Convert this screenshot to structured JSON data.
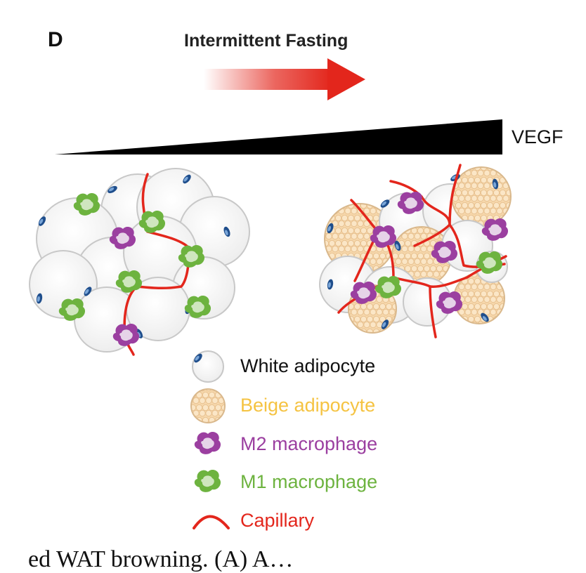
{
  "panel": {
    "letter": "D"
  },
  "treatment": {
    "label": "Intermittent Fasting"
  },
  "gradient": {
    "label": "VEGF"
  },
  "legend": [
    {
      "label": "White adipocyte",
      "color": "#111111",
      "icon": "white-adipocyte-icon"
    },
    {
      "label": "Beige adipocyte",
      "color": "#f5c342",
      "icon": "beige-adipocyte-icon"
    },
    {
      "label": "M2 macrophage",
      "color": "#9b3fa0",
      "icon": "m2-macrophage-icon"
    },
    {
      "label": "M1 macrophage",
      "color": "#6db33f",
      "icon": "m1-macrophage-icon"
    },
    {
      "label": "Capillary",
      "color": "#e3261c",
      "icon": "capillary-icon"
    }
  ],
  "caption": {
    "text": "ed WAT browning. (A) A…"
  },
  "colors": {
    "capillary": "#e3261c",
    "m2": "#9b3fa0",
    "m1": "#6db33f",
    "beige_fill": "#fbe3bf",
    "beige_edge": "#e9c79a",
    "cell_edge": "#c8c8c8",
    "nucleus": "#1f4e8c"
  }
}
